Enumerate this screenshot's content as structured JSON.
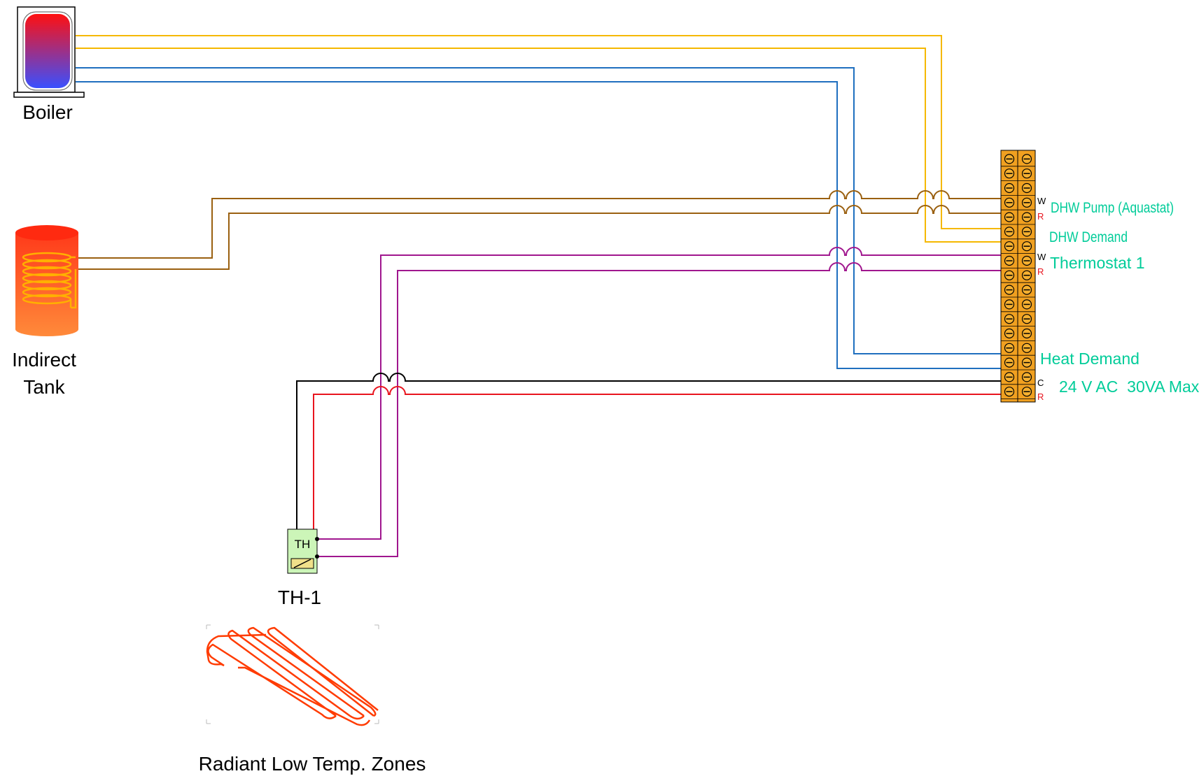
{
  "components": {
    "boiler": {
      "label": "Boiler"
    },
    "indirect_tank": {
      "label_line1": "Indirect",
      "label_line2": "Tank"
    },
    "thermostat": {
      "text": "TH",
      "label": "TH-1"
    },
    "radiant": {
      "label": "Radiant Low Temp. Zones"
    }
  },
  "terminal_block": {
    "pins": {
      "w": "W",
      "r": "R",
      "c": "C"
    },
    "labels": {
      "dhw_pump": "DHW Pump (Aquastat)",
      "dhw_demand": "DHW Demand",
      "thermostat1": "Thermostat 1",
      "heat_demand": "Heat Demand",
      "power": "24 V AC  30VA Max"
    }
  },
  "colors": {
    "yellow_wire": "#f5b800",
    "blue_wire": "#1f6fbf",
    "brown_wire": "#9a6010",
    "magenta_wire": "#a0168e",
    "black_wire": "#000000",
    "red_wire": "#e8141e",
    "label_green": "#00cc99",
    "terminal_orange": "#f0a020",
    "radiant_coil": "#ff3b00"
  }
}
